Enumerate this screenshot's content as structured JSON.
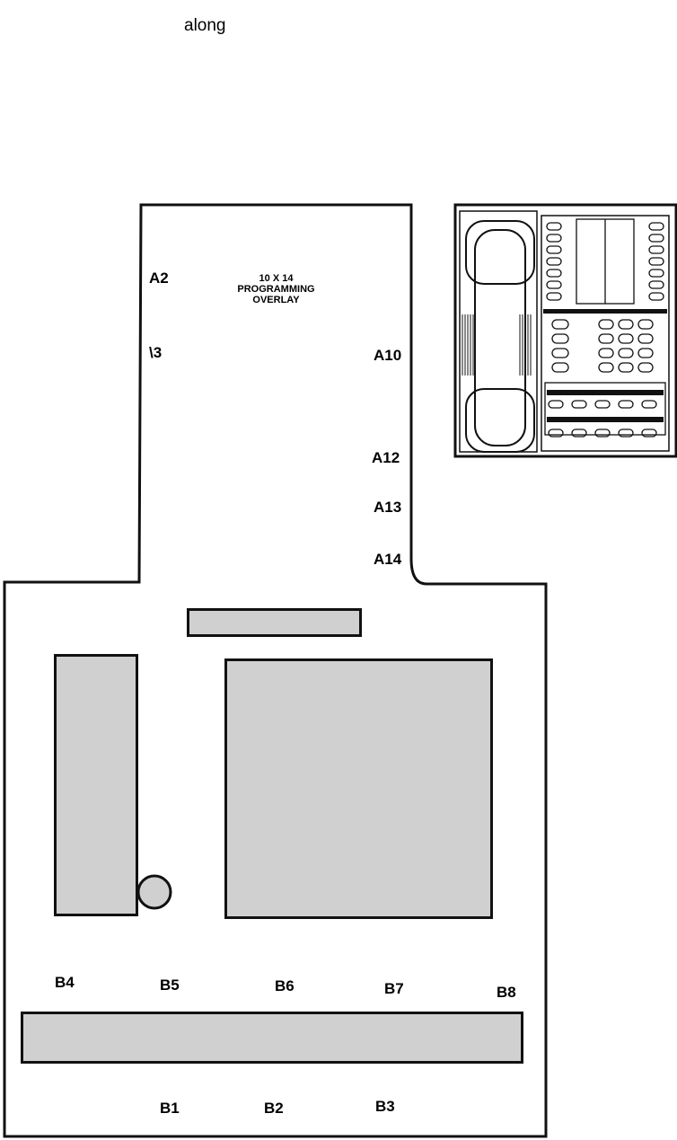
{
  "top_text": "along",
  "overlay": {
    "title_lines": [
      "10 X 14",
      "PROGRAMMING",
      "OVERLAY"
    ]
  },
  "labels_a": {
    "a2": "A2",
    "a3": "\\3",
    "a10": "A10",
    "a12": "A12",
    "a13": "A13",
    "a14": "A14"
  },
  "labels_b": {
    "b1": "B1",
    "b2": "B2",
    "b3": "B3",
    "b4": "B4",
    "b5": "B5",
    "b6": "B6",
    "b7": "B7",
    "b8": "B8"
  },
  "colors": {
    "fill_gray": "#d0d0d0",
    "line": "#111111"
  },
  "icons": [
    "telephone-icon"
  ]
}
